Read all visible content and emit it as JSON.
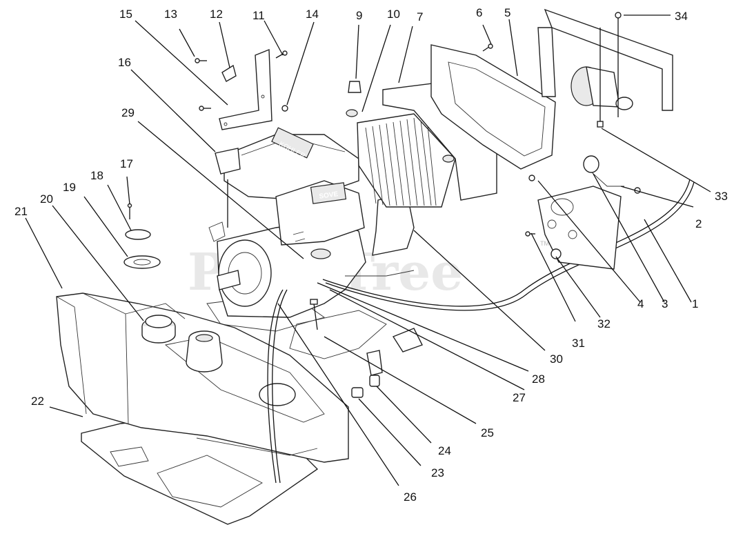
{
  "watermark": "PartsTree",
  "watermark_tm": "TM",
  "engine_brand_label": "KOHLER",
  "engine_model_label": "SOVE",
  "callouts": [
    {
      "n": "1"
    },
    {
      "n": "2"
    },
    {
      "n": "3"
    },
    {
      "n": "4"
    },
    {
      "n": "5"
    },
    {
      "n": "6"
    },
    {
      "n": "7"
    },
    {
      "n": "9"
    },
    {
      "n": "10"
    },
    {
      "n": "11"
    },
    {
      "n": "12"
    },
    {
      "n": "13"
    },
    {
      "n": "14"
    },
    {
      "n": "15"
    },
    {
      "n": "16"
    },
    {
      "n": "17"
    },
    {
      "n": "18"
    },
    {
      "n": "19"
    },
    {
      "n": "20"
    },
    {
      "n": "21"
    },
    {
      "n": "22"
    },
    {
      "n": "23"
    },
    {
      "n": "24"
    },
    {
      "n": "25"
    },
    {
      "n": "26"
    },
    {
      "n": "27"
    },
    {
      "n": "28"
    },
    {
      "n": "29"
    },
    {
      "n": "30"
    },
    {
      "n": "31"
    },
    {
      "n": "32"
    },
    {
      "n": "33"
    },
    {
      "n": "34"
    }
  ]
}
